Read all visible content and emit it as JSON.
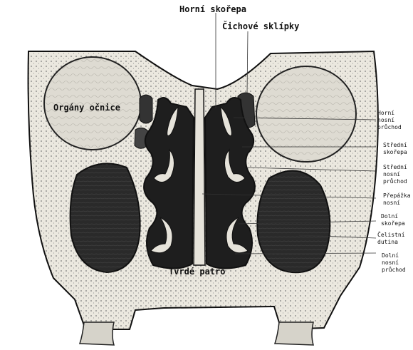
{
  "labels": {
    "horni_skorepa": "Horní skořepa",
    "cichove_sklipky": "Čichové sklípky",
    "organy_ocnice": "Orgány očnice",
    "tvrde_patro": "Tvrdé patro",
    "horni_nosni_pruchod": "Horní\nnosní\nprůchod",
    "stredni_skorepa": "Střední\nskořepa",
    "stredni_nosni_pruchod": "Střední\nnosní\nprůchod",
    "prepazka_nosni": "Přepážka\nnosní",
    "dolni_skorepa": "Dolní\nskořepa",
    "celistni_dutina": "Čelistní\ndutina",
    "dolni_nosni_pruchod": "Dolní\nnosní\nprůchod"
  },
  "colors": {
    "bone": "#ece9e0",
    "bone_dots": "#6b6b6b",
    "dark_cavity": "#1e1e1e",
    "orbit": "#dcdcdc",
    "outline": "#111111"
  }
}
